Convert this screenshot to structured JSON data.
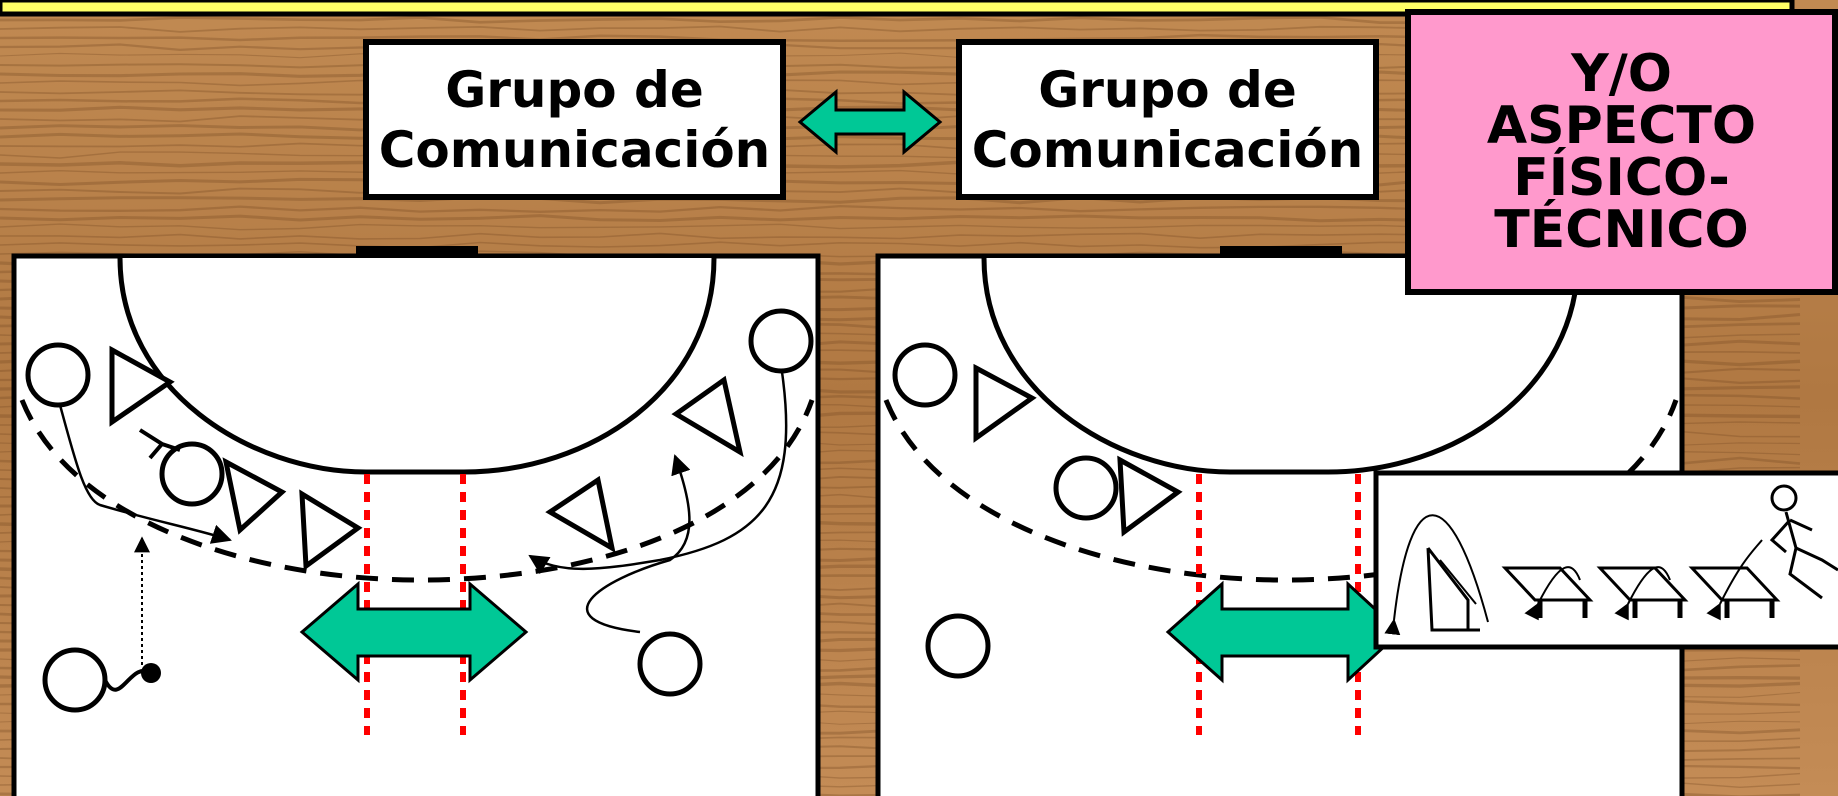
{
  "labels": {
    "left_group": [
      "Grupo de",
      "Comunicación"
    ],
    "right_group": [
      "Grupo de",
      "Comunicación"
    ],
    "pink": [
      "Y/O",
      "ASPECTO",
      "FÍSICO-",
      "TÉCNICO"
    ]
  },
  "colors": {
    "wood_base": "#b8804a",
    "wood_dark": "#8a5a2e",
    "wood_light": "#d6a06a",
    "title_bar": "#ffff66",
    "court": "#ffffff",
    "arrow_fill": "#00c896",
    "red_line": "#ff0000",
    "pink_box": "#ff99cc"
  },
  "icons": {
    "double_arrow": "teal-double-arrow-icon",
    "bench": "bench-icon",
    "runner": "stick-figure-runner-icon"
  }
}
